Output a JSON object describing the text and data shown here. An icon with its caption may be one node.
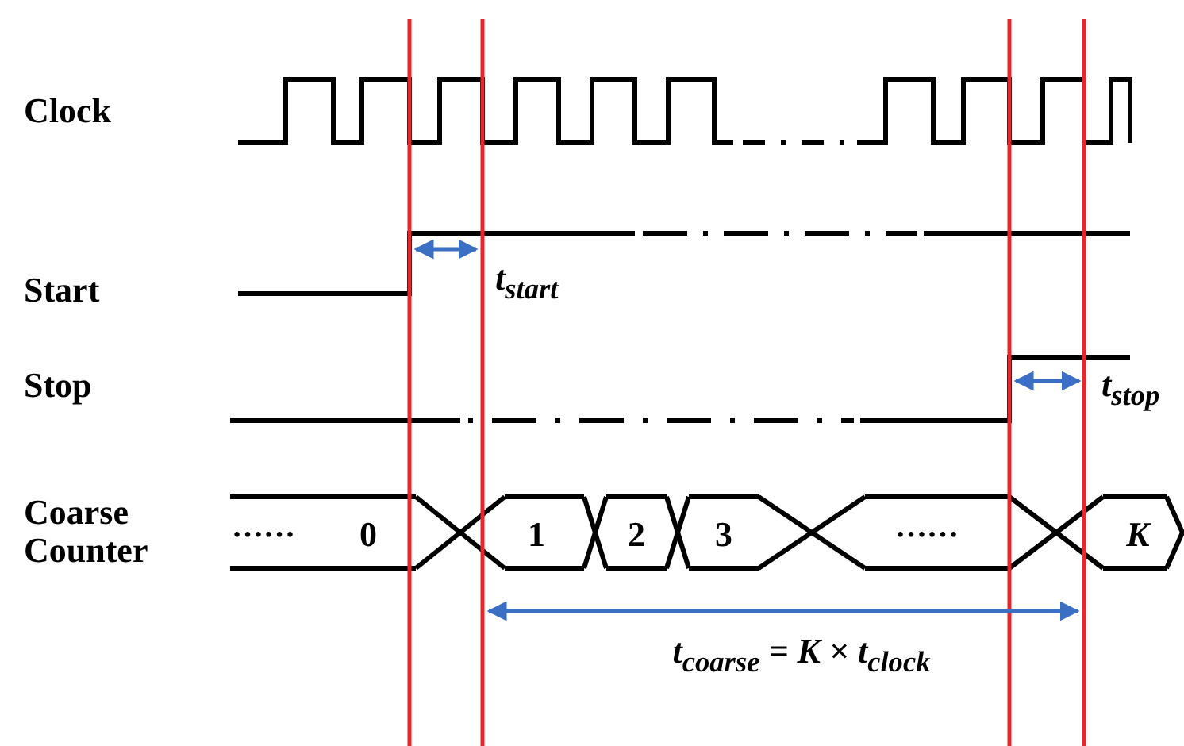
{
  "diagram": {
    "labels": [
      "Clock",
      "Start",
      "t$_{start}$",
      "Stop",
      "t$_{stop}$",
      "Coarse Counter",
      "……",
      "0",
      "1",
      "2",
      "3",
      "……",
      "K",
      "t$_{coarse}$ = K × t$_{clock}$"
    ]
  }
}
